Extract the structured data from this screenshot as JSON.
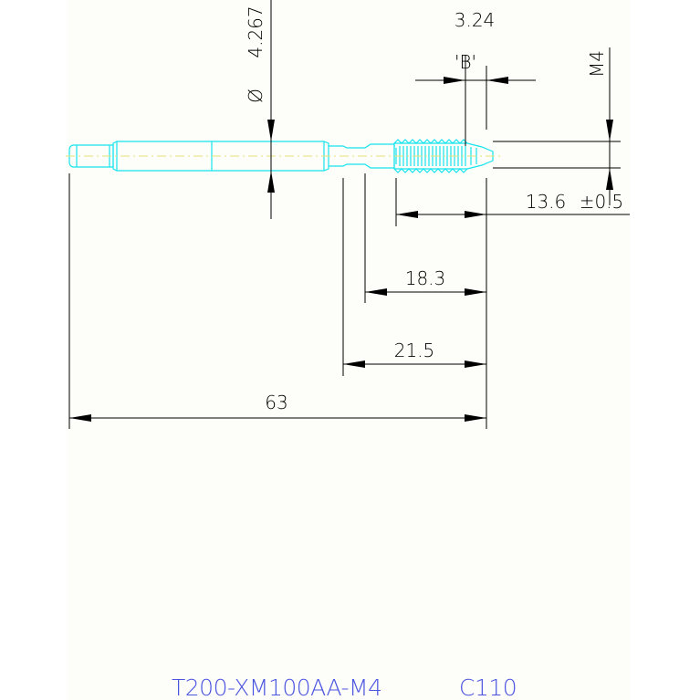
{
  "drawing": {
    "dimensions": {
      "pitch_len": "3.24",
      "point_label": "'B'",
      "thread_size": "M4",
      "shank_diameter_symbol": "Ø",
      "shank_diameter": "4.267",
      "thread_length": "13.6",
      "thread_tolerance": "±0.5",
      "neck_length": "18.3",
      "body_length": "21.5",
      "overall_length": "63"
    },
    "footer": {
      "part_number": "T200-XM100AA-M4",
      "code": "C110"
    },
    "colors": {
      "background": "#fdfdf9",
      "tool_outline": "#17e4ee",
      "center_line": "#e8e27a",
      "dimension_lines": "#000000",
      "footer_text": "#4a55e0"
    }
  }
}
